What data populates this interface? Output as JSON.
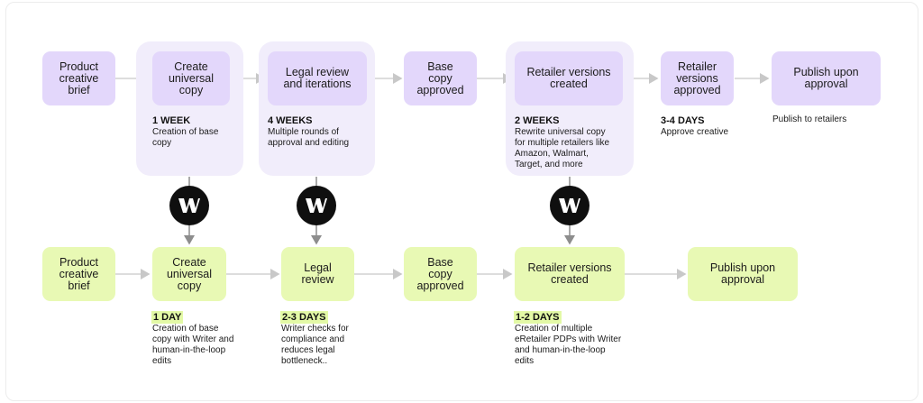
{
  "colors": {
    "purple_box": "#e3d7fb",
    "purple_group": "#f1edfb",
    "green_box": "#e8f9b4",
    "green_highlight": "#e3f9a6",
    "arrow": "#c8c8c8",
    "logo_bg": "#0f0f0f"
  },
  "top_row": {
    "steps": [
      {
        "label": "Product\ncreative\nbrief"
      },
      {
        "label": "Create\nuniversal\ncopy",
        "duration": "1 WEEK",
        "note": "Creation of base\ncopy"
      },
      {
        "label": "Legal review\nand iterations",
        "duration": "4 WEEKS",
        "note": "Multiple rounds of\napproval and editing"
      },
      {
        "label": "Base\ncopy\napproved"
      },
      {
        "label": "Retailer versions\ncreated",
        "duration": "2 WEEKS",
        "note": "Rewrite universal copy\nfor multiple retailers like\nAmazon, Walmart,\nTarget, and more"
      },
      {
        "label": "Retailer\nversions\napproved",
        "duration": "3-4 DAYS",
        "note": "Approve creative"
      },
      {
        "label": "Publish upon\napproval",
        "note": "Publish to retailers"
      }
    ]
  },
  "bottom_row": {
    "steps": [
      {
        "label": "Product\ncreative\nbrief"
      },
      {
        "label": "Create\nuniversal\ncopy",
        "duration": "1 DAY",
        "note": "Creation of  base\ncopy with Writer and\nhuman-in-the-loop\nedits"
      },
      {
        "label": "Legal\nreview",
        "duration": "2-3 DAYS",
        "note": "Writer checks for\ncompliance and\nreduces legal\nbottleneck.."
      },
      {
        "label": "Base\ncopy\napproved"
      },
      {
        "label": "Retailer versions\ncreated",
        "duration": "1-2 DAYS",
        "note": "Creation of multiple\neRetailer PDPs with Writer\nand human-in-the-loop\nedits"
      },
      {
        "label": "Publish upon\napproval"
      }
    ]
  },
  "logo": {
    "letter": "W",
    "icon": "writer-logo-icon"
  }
}
